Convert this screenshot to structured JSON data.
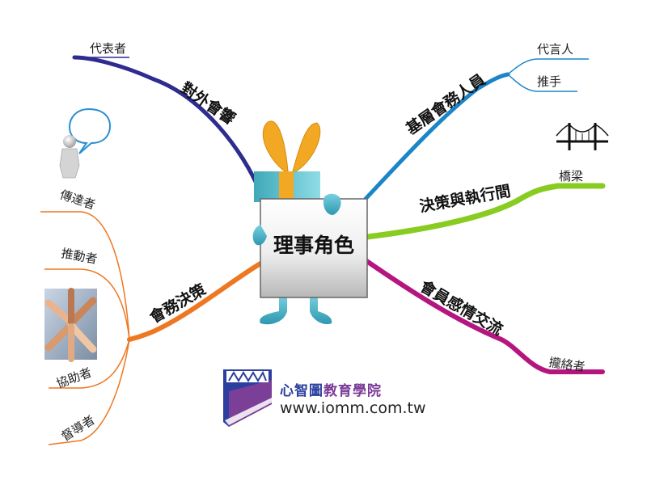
{
  "center": {
    "title": "理事角色"
  },
  "colors": {
    "navy": "#2e2c8e",
    "blue": "#1a86c8",
    "green": "#88cc22",
    "magenta": "#b5157e",
    "orange": "#ee7722",
    "teal_leaf": "#3a8fc0"
  },
  "branches": {
    "external": {
      "label": "對外會響",
      "leaves": [
        "代表者"
      ]
    },
    "grassroots": {
      "label": "基層會務人員",
      "leaves": [
        "代言人",
        "推手"
      ]
    },
    "bridge": {
      "label": "決策與執行間",
      "leaves": [
        "橋梁"
      ]
    },
    "emotion": {
      "label": "會員感情交流",
      "leaves": [
        "攏絡者"
      ]
    },
    "decision": {
      "label": "會務決策",
      "leaves": [
        "傳達者",
        "推動者",
        "協助者",
        "督導者"
      ]
    }
  },
  "icons": {
    "speech": "speech-bubble-icon",
    "bridge": "bridge-icon",
    "hands": "teamwork-hands-image",
    "gift": "gift-box-mascot",
    "logo": "iomm-logo"
  },
  "brand": {
    "name_part1": "心智圖",
    "name_part2": "教育學院",
    "url": "www.iomm.com.tw"
  }
}
